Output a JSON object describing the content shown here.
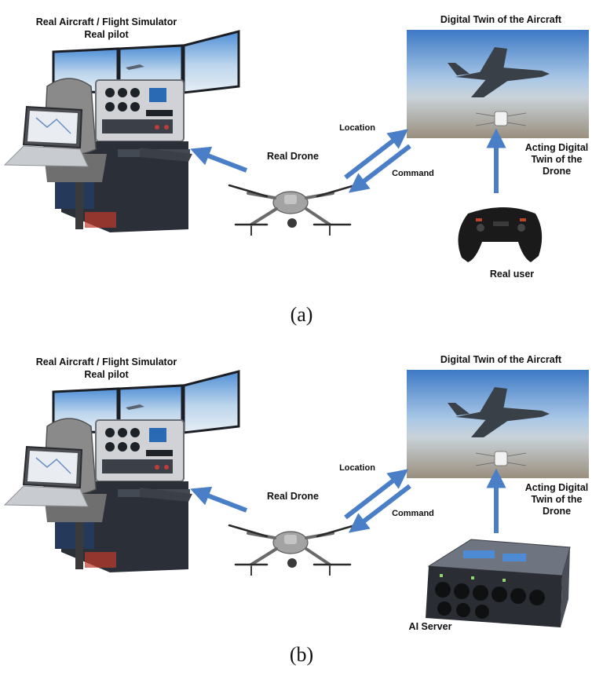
{
  "panels": [
    {
      "caption": "(a)",
      "sim_label": "Real Aircraft / Flight Simulator",
      "sim_sublabel": "Real pilot",
      "twin_aircraft_label": "Digital Twin of the Aircraft",
      "drone_label": "Real Drone",
      "location_label": "Location",
      "command_label": "Command",
      "acting_twin_label": "Acting Digital Twin of the Drone",
      "controller_label": "Real user",
      "controller_type": "gamepad"
    },
    {
      "caption": "(b)",
      "sim_label": "Real Aircraft / Flight Simulator",
      "sim_sublabel": "Real pilot",
      "twin_aircraft_label": "Digital Twin of the Aircraft",
      "drone_label": "Real Drone",
      "location_label": "Location",
      "command_label": "Command",
      "acting_twin_label": "Acting Digital Twin of the Drone",
      "controller_label": "AI Server",
      "controller_type": "server"
    }
  ],
  "colors": {
    "arrow": "#4a7fc8",
    "sky_top": "#4f8fd6",
    "sky_bottom": "#cfe0ee",
    "ground": "#b9a88d",
    "sim_frame": "#2b2f38",
    "seat": "#8a8a8a",
    "drone": "#9a9a9a"
  }
}
